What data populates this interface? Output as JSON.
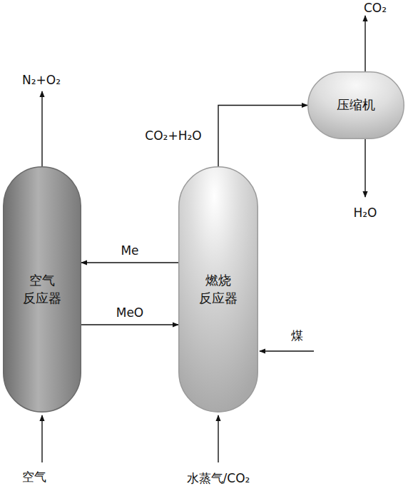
{
  "diagram": {
    "nodes": [
      {
        "text": [
          "空气 反应器"
        ]
      },
      {
        "text": [
          "燃烧 反应器"
        ]
      },
      {
        "text": [
          "压缩机"
        ]
      }
    ],
    "edges": [
      {
        "from": 1,
        "to": 0,
        "label": "Me",
        "arrow": "to"
      },
      {
        "from": 0,
        "to": 1,
        "label": "MeO",
        "arrow": "to"
      },
      {
        "from": 1,
        "to": 2,
        "label": "CO₂+H₂O",
        "arrow": "to"
      }
    ],
    "labels": [
      "N₂+O₂",
      "空气",
      "水蒸气/CO₂",
      "煤",
      "CO₂",
      "H₂O"
    ]
  }
}
